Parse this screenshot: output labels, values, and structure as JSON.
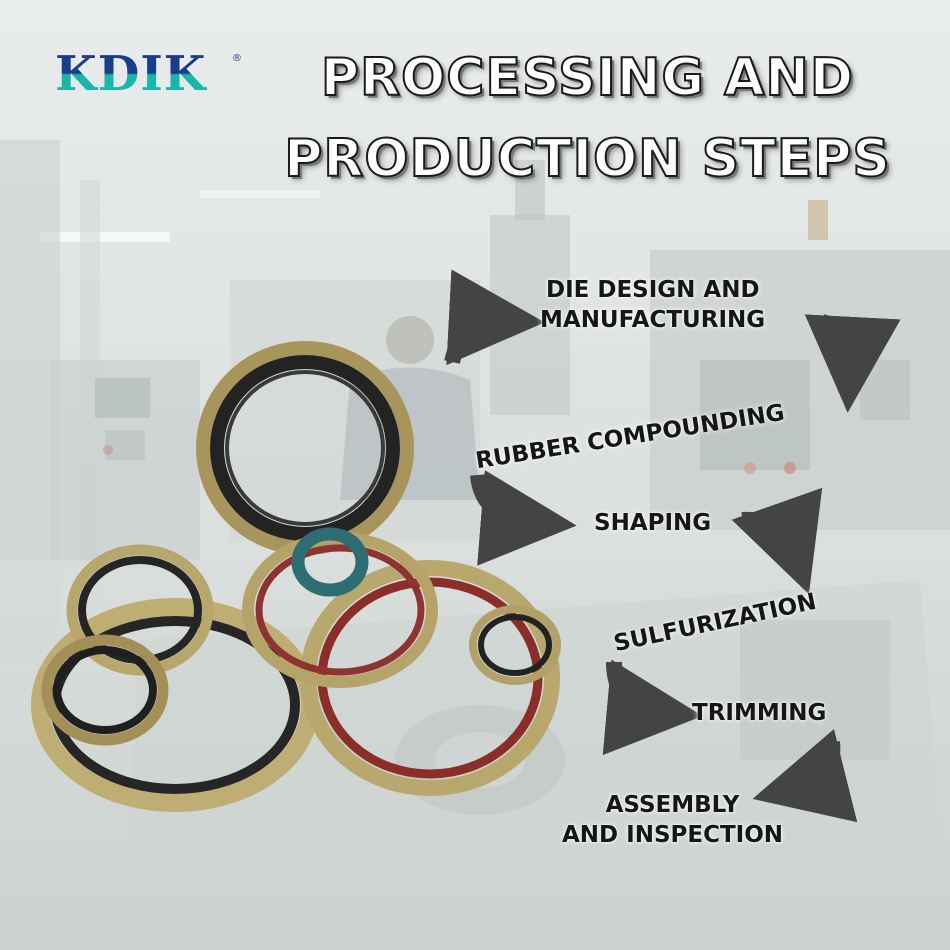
{
  "brand": {
    "logo_text": "KDIK",
    "registered_mark": "®"
  },
  "title": {
    "line1": "PROCESSING AND",
    "line2": "PRODUCTION STEPS"
  },
  "steps": [
    {
      "lines": [
        "DIE DESIGN AND",
        "MANUFACTURING"
      ]
    },
    {
      "lines": [
        "RUBBER COMPOUNDING"
      ]
    },
    {
      "lines": [
        "SHAPING"
      ]
    },
    {
      "lines": [
        "SULFURIZATION"
      ]
    },
    {
      "lines": [
        "TRIMMING"
      ]
    },
    {
      "lines": [
        "ASSEMBLY",
        "AND INSPECTION"
      ]
    }
  ],
  "colors": {
    "logo_blue": "#1a3d8a",
    "logo_teal": "#17b7a9",
    "arrow": "#444444",
    "seal_metal": "#b5a36a",
    "seal_rubber_black": "#222222",
    "seal_rubber_red": "#8b2e2a",
    "seal_rubber_teal": "#2e6d73"
  },
  "icons": [
    "curved-arrow-icon"
  ]
}
